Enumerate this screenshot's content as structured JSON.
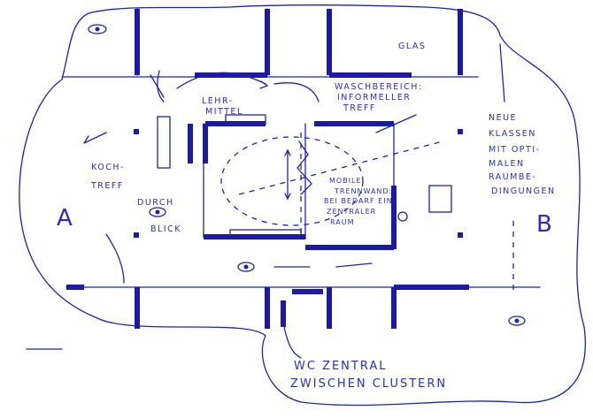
{
  "labels": {
    "glass": "GLAS",
    "teaching_materials": [
      "LEHR-",
      "MITTEL"
    ],
    "washing_area": [
      "WASCHBEREICH:",
      "INFORMELLER",
      "TREFF"
    ],
    "cooking": [
      "KOCH-",
      "TREFF"
    ],
    "view": [
      "DURCH",
      "BLICK"
    ],
    "cluster_a": "A",
    "cluster_b": "B",
    "mobile_wall": [
      "MOBILE",
      "TRENNWAND:",
      "BEI BEDARF EIN",
      "ZENTRALER",
      "RAUM"
    ],
    "new_classes": [
      "NEUE",
      "KLASSEN",
      "MIT OPTI-",
      "MALEN",
      "RAUMBE-",
      "DINGUNGEN"
    ],
    "wc": [
      "WC ZENTRAL",
      "ZWISCHEN CLUSTERN"
    ]
  },
  "colors": {
    "ink": "#1e22b0"
  }
}
